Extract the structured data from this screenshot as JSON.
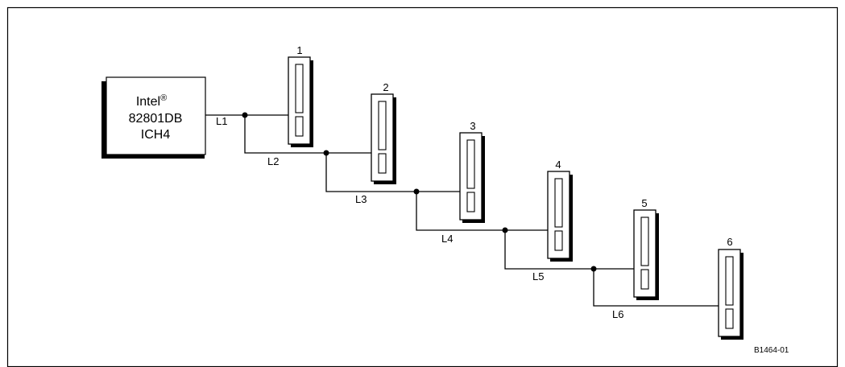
{
  "chip": {
    "line1": "Intel",
    "registered_mark": "®",
    "line2": "82801DB",
    "line3": "ICH4"
  },
  "connectors": [
    {
      "label": "1"
    },
    {
      "label": "2"
    },
    {
      "label": "3"
    },
    {
      "label": "4"
    },
    {
      "label": "5"
    },
    {
      "label": "6"
    }
  ],
  "segments": [
    "L1",
    "L2",
    "L3",
    "L4",
    "L5",
    "L6"
  ],
  "figure_id": "B1464-01"
}
